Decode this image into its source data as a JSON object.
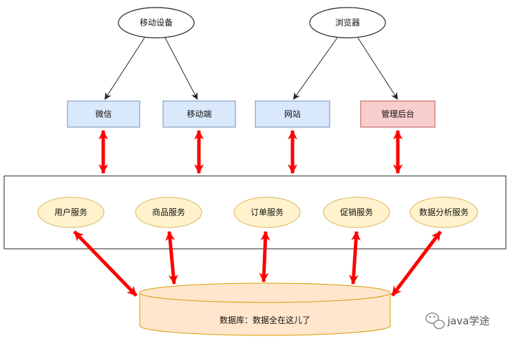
{
  "clients": {
    "mobile_device": "移动设备",
    "browser": "浏览器"
  },
  "channels": {
    "wechat": "微信",
    "mobile_app": "移动端",
    "website": "网站",
    "admin_backend": "管理后台"
  },
  "services": {
    "user": "用户服务",
    "product": "商品服务",
    "order": "订单服务",
    "promotion": "促销服务",
    "analytics": "数据分析服务"
  },
  "database": {
    "label": "数据库：数据全在这儿了"
  },
  "watermark": {
    "text": "java学途"
  },
  "colors": {
    "channel_fill": "#dae8fc",
    "channel_stroke": "#6c8ebf",
    "admin_fill": "#f8cecc",
    "admin_stroke": "#b85450",
    "service_fill": "#fff2cc",
    "service_stroke": "#d6b656",
    "db_fill": "#ffe6cc",
    "db_stroke": "#d79b00",
    "arrow_red": "#ff0000"
  }
}
